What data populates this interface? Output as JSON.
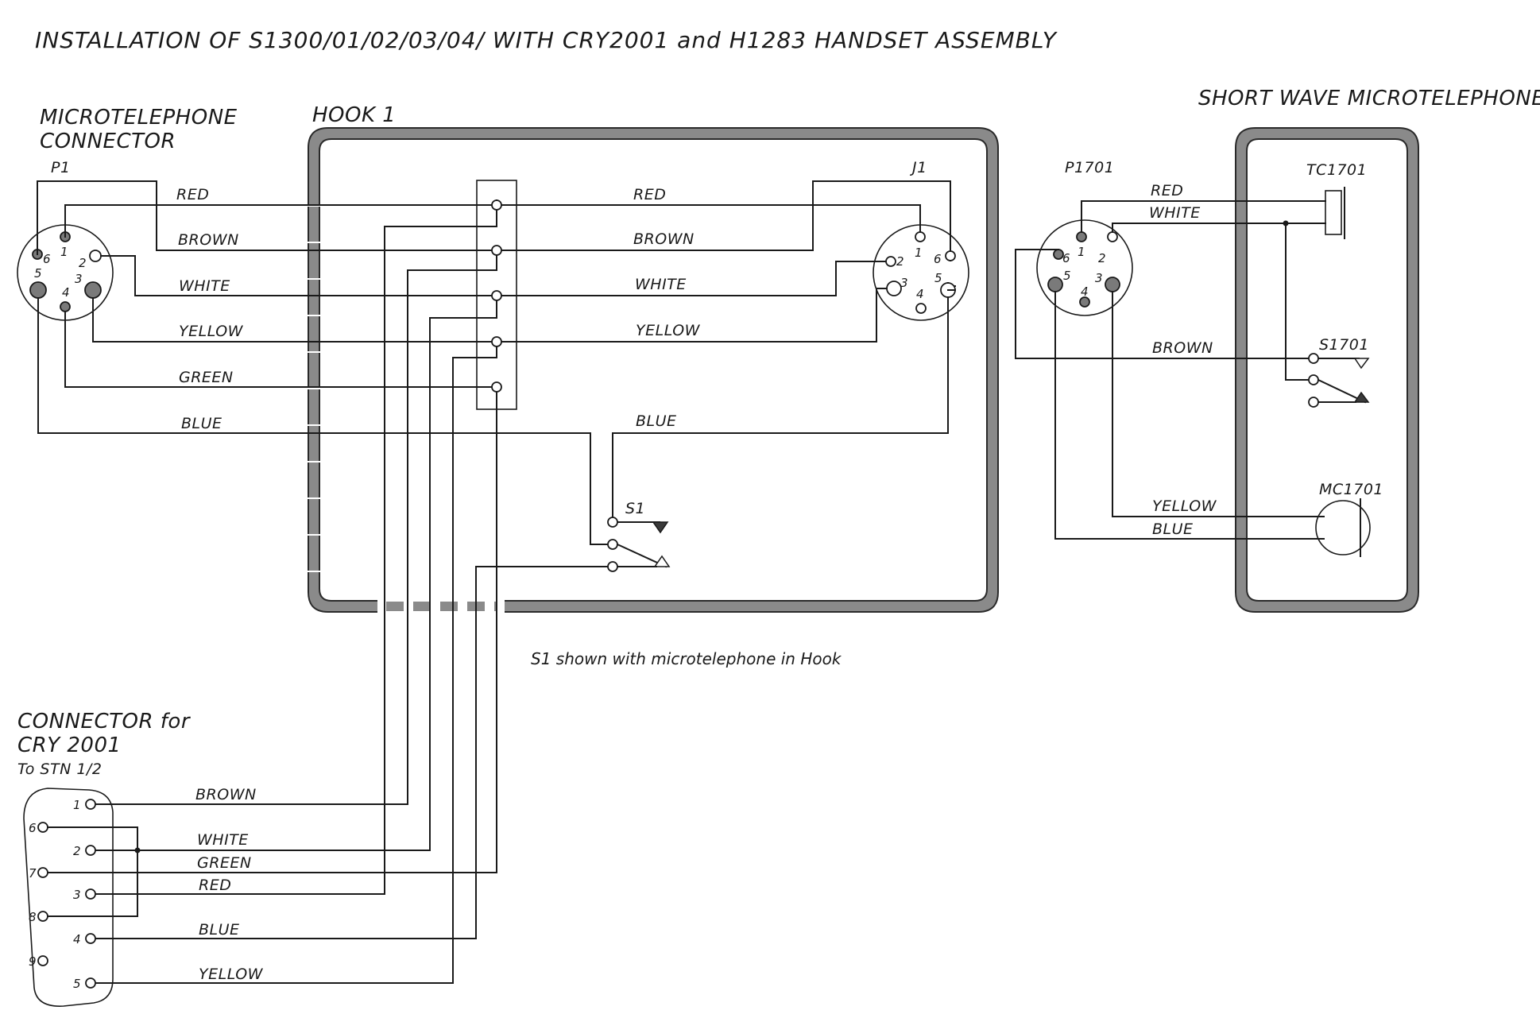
{
  "title": "INSTALLATION OF S1300/01/02/03/04/ WITH CRY2001 and H1283 HANDSET ASSEMBLY",
  "left_connector": {
    "label_line1": "MICROTELEPHONE",
    "label_line2": "CONNECTOR",
    "ref": "P1",
    "pins": [
      "1",
      "2",
      "3",
      "4",
      "5",
      "6"
    ]
  },
  "hook": {
    "label": "HOOK 1",
    "jack_ref": "J1",
    "jack_pins": [
      "1",
      "2",
      "3",
      "4",
      "5",
      "6"
    ],
    "switch_ref": "S1",
    "note": "S1 shown with microtelephone in Hook"
  },
  "wires_left": [
    "RED",
    "BROWN",
    "WHITE",
    "YELLOW",
    "GREEN",
    "BLUE"
  ],
  "wires_hook": [
    "RED",
    "BROWN",
    "WHITE",
    "YELLOW",
    "BLUE"
  ],
  "short_wave": {
    "label": "SHORT WAVE MICROTELEPHONE",
    "plug_ref": "P1701",
    "pins": [
      "1",
      "2",
      "3",
      "4",
      "5",
      "6"
    ],
    "earpiece": "TC1701",
    "switch": "S1701",
    "microphone": "MC1701",
    "wires": [
      "RED",
      "WHITE",
      "BROWN",
      "YELLOW",
      "BLUE"
    ]
  },
  "cry_connector": {
    "label_line1": "CONNECTOR for",
    "label_line2": "CRY 2001",
    "label_line3": "To STN 1/2",
    "pins": [
      "1",
      "2",
      "3",
      "4",
      "5",
      "6",
      "7",
      "8",
      "9"
    ],
    "wires": [
      "BROWN",
      "WHITE",
      "GREEN",
      "RED",
      "BLUE",
      "YELLOW"
    ]
  }
}
